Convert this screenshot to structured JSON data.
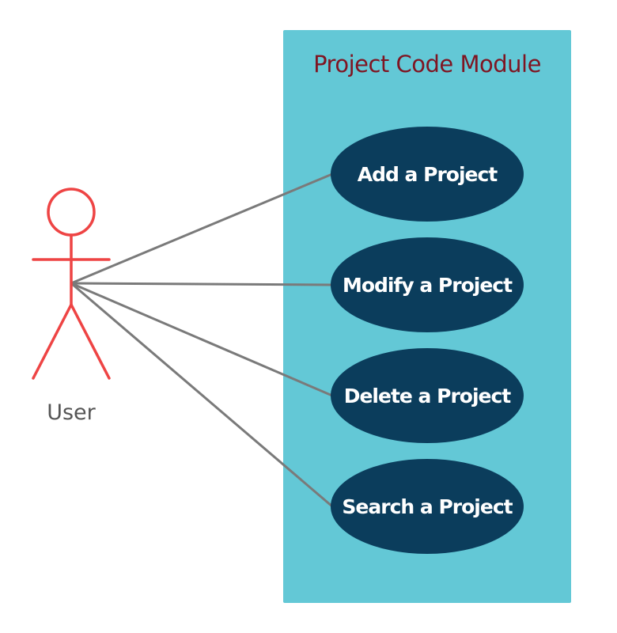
{
  "system": {
    "title": "Project Code Module",
    "fill_color": "#63c8d6",
    "title_color": "#7f1522"
  },
  "actor": {
    "label": "User",
    "color": "#ee4444"
  },
  "use_cases": [
    {
      "label": "Add a Project"
    },
    {
      "label": "Modify a Project"
    },
    {
      "label": "Delete a Project"
    },
    {
      "label": "Search a Project"
    }
  ],
  "colors": {
    "use_case_fill": "#0b3d5c",
    "association_line": "#7a7a7a"
  }
}
